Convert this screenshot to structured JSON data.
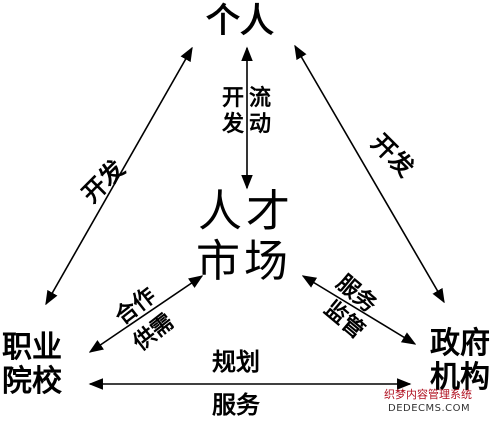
{
  "nodes": {
    "top": "个人",
    "center_line1": "人才",
    "center_line2": "市场",
    "left_line1": "职业",
    "left_line2": "院校",
    "right_line1": "政府",
    "right_line2": "机构"
  },
  "edges": {
    "left_outer": "开发",
    "right_outer": "开发",
    "vertical_col1_line1": "开",
    "vertical_col1_line2": "发",
    "vertical_col2_line1": "流",
    "vertical_col2_line2": "动",
    "left_inner_line1": "合作",
    "left_inner_line2": "供需",
    "right_inner_line1": "服务",
    "right_inner_line2": "监管",
    "bottom_upper": "规划",
    "bottom_lower": "服务"
  },
  "watermark": {
    "line1": "织梦内容管理系统",
    "line2": "DEDECMS.COM"
  }
}
